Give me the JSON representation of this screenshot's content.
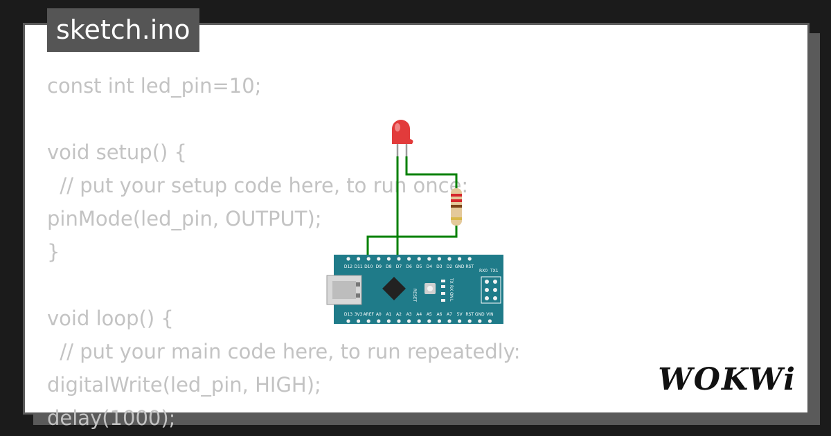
{
  "file_tab": {
    "label": "sketch.ino"
  },
  "code": {
    "lines": [
      "const int led_pin=10;",
      "",
      "void setup() {",
      "  // put your setup code here, to run once:",
      "pinMode(led_pin, OUTPUT);",
      "}",
      "",
      "void loop() {",
      "  // put your main code here, to run repeatedly:",
      "digitalWrite(led_pin, HIGH);",
      "delay(1000);"
    ]
  },
  "circuit": {
    "board": {
      "top_pins": [
        "D12",
        "D11",
        "D10",
        "D9",
        "D8",
        "D7",
        "D6",
        "D5",
        "D4",
        "D3",
        "D2",
        "GND",
        "RST",
        "RX0",
        "TX1"
      ],
      "bottom_pins": [
        "D13",
        "3V3",
        "AREF",
        "A0",
        "A1",
        "A2",
        "A3",
        "A4",
        "A5",
        "A6",
        "A7",
        "5V",
        "RST",
        "GND",
        "VIN"
      ],
      "reset_label": "RESET",
      "led_labels": [
        "TX",
        "RX",
        "ON",
        "L"
      ],
      "color": "#1f7b89"
    },
    "wire_color": "#008000",
    "led_color": "#e23b3b"
  },
  "brand": {
    "logo_text": "WOKWi"
  }
}
